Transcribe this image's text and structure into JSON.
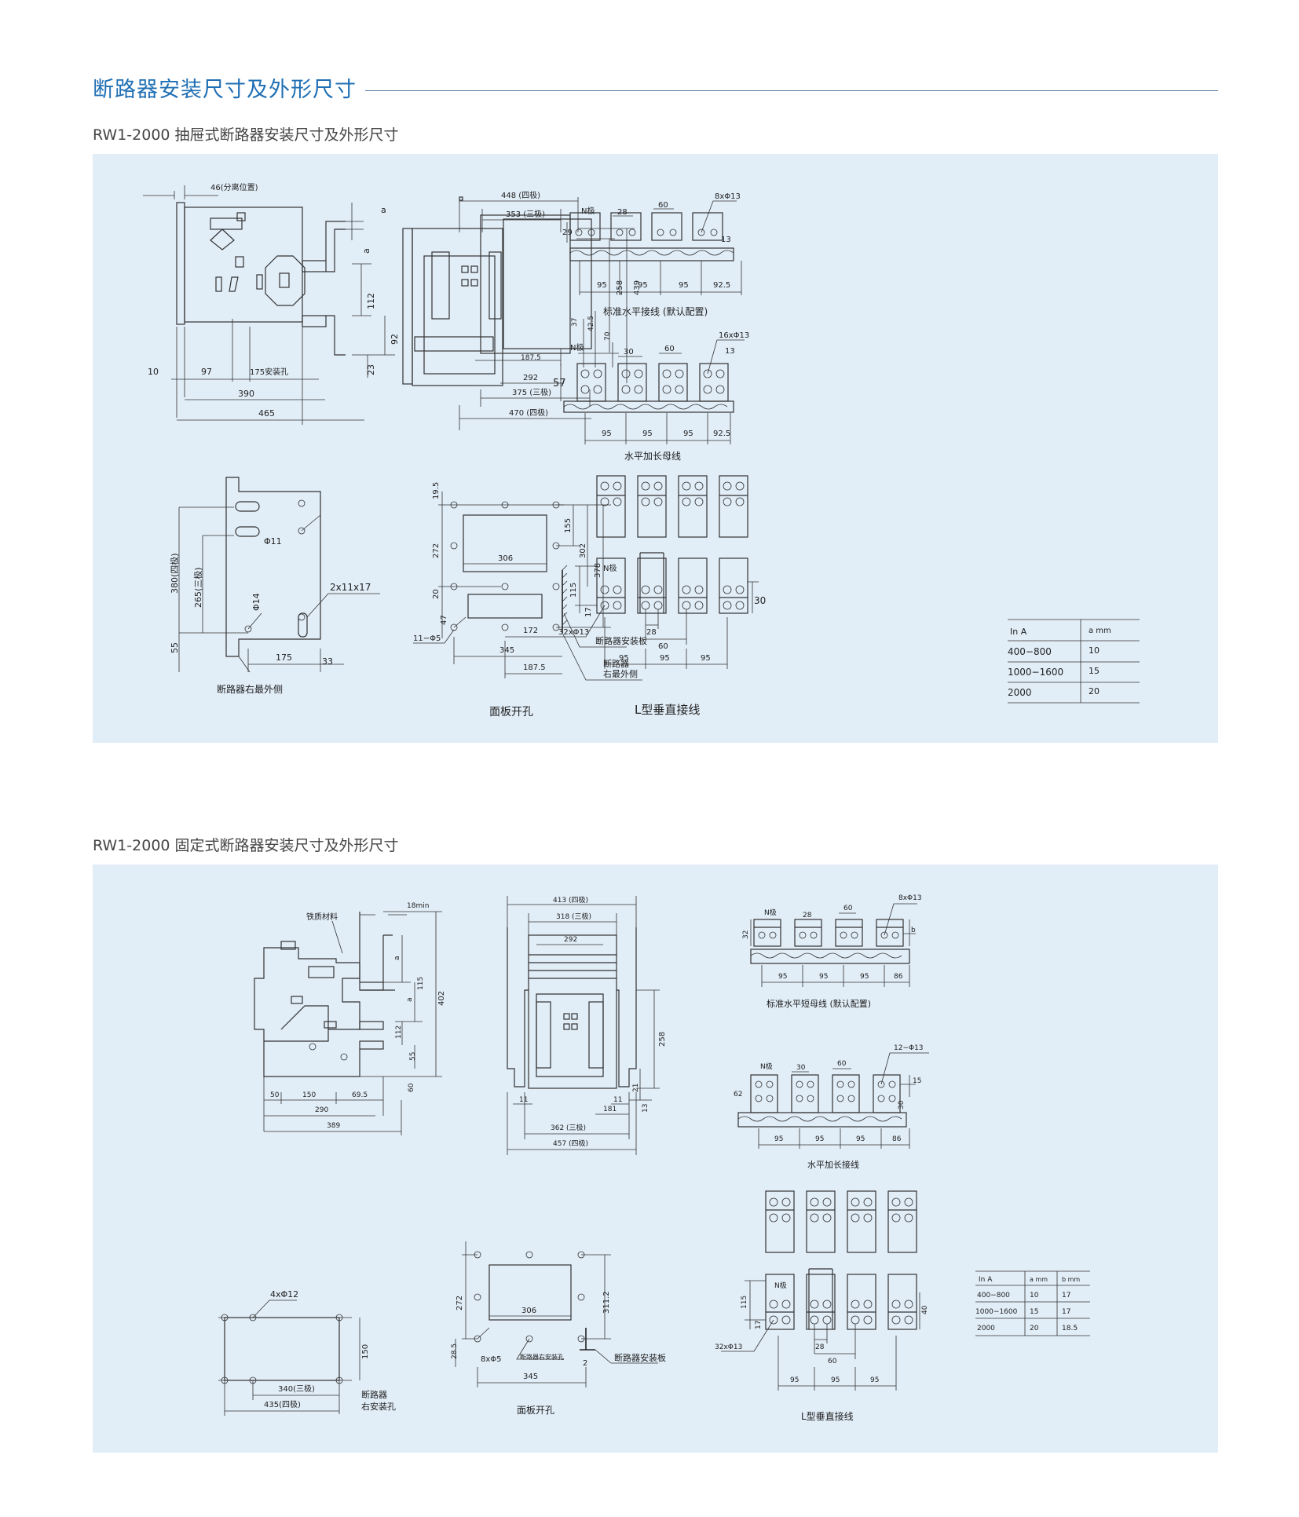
{
  "header": {
    "title": "断路器安装尺寸及外形尺寸"
  },
  "section1": {
    "subtitle": "RW1-2000 抽屉式断路器安装尺寸及外形尺寸",
    "side_view": {
      "d_46": "46(分离位置)",
      "d_a1": "a",
      "d_a2": "a",
      "d_112": "112",
      "d_92": "92",
      "d_23": "23",
      "d_10": "10",
      "d_97": "97",
      "d_175": "175安装孔",
      "d_390": "390",
      "d_465": "465"
    },
    "front_view": {
      "d_448": "448 (四极)",
      "d_353": "353 (三极)",
      "d_258": "258",
      "d_439": "439",
      "d_37": "37",
      "d_42_5": "42.5",
      "d_70": "70",
      "d_187_5": "187.5",
      "d_292": "292",
      "d_375": "375 (三极)",
      "d_470": "470 (四极)"
    },
    "std_horizontal": {
      "n_pole": "N极",
      "d_28": "28",
      "d_60": "60",
      "d_holes": "8xΦ13",
      "d_29": "29",
      "d_13": "13",
      "d_95a": "95",
      "d_95b": "95",
      "d_95c": "95",
      "d_92_5": "92.5",
      "caption": "标准水平接线 (默认配置)"
    },
    "ext_horizontal": {
      "n_pole": "N极",
      "d_30": "30",
      "d_60": "60",
      "d_holes": "16xΦ13",
      "d_13": "13",
      "d_57": "57",
      "d_95a": "95",
      "d_95b": "95",
      "d_95c": "95",
      "d_92_5": "92.5",
      "caption": "水平加长母线"
    },
    "mount_side": {
      "d_380": "380(四极)",
      "d_265": "265(三极)",
      "d_phi11": "Φ11",
      "d_phi14": "Φ14",
      "d_2x11": "2x11x17",
      "d_55": "55",
      "d_175": "175",
      "d_33": "33",
      "label_right": "断路器右最外侧"
    },
    "panel_cut": {
      "d_19_5": "19.5",
      "d_272": "272",
      "d_155": "155",
      "d_302": "302",
      "d_378": "378",
      "d_306": "306",
      "d_20": "20",
      "d_47": "47",
      "d_11phi5": "11−Φ5",
      "d_172": "172",
      "d_345": "345",
      "d_187_5": "187.5",
      "label_plate": "断路器安装板",
      "label_right": "断路器\n右最外侧",
      "label_right_1": "断路器",
      "label_right_2": "右最外侧",
      "caption": "面板开孔"
    },
    "l_vertical": {
      "n_pole": "N极",
      "d_115": "115",
      "d_17": "17",
      "d_30": "30",
      "d_28": "28",
      "d_60": "60",
      "d_holes": "32xΦ13",
      "d_95a": "95",
      "d_95b": "95",
      "d_95c": "95",
      "caption": "L型垂直接线"
    },
    "table": {
      "headers": [
        "In A",
        "a mm"
      ],
      "rows": [
        [
          "400−800",
          "10"
        ],
        [
          "1000−1600",
          "15"
        ],
        [
          "2000",
          "20"
        ]
      ]
    }
  },
  "section2": {
    "subtitle": "RW1-2000 固定式断路器安装尺寸及外形尺寸",
    "side_view": {
      "d_18min": "18min",
      "label_iron": "铁质材料",
      "d_a1": "a",
      "d_115": "115",
      "d_a2": "a",
      "d_402": "402",
      "d_112": "112",
      "d_55": "55",
      "d_60": "60",
      "d_50": "50",
      "d_150": "150",
      "d_69_5": "69.5",
      "d_290": "290",
      "d_389": "389"
    },
    "front_view": {
      "d_413": "413 (四极)",
      "d_318": "318 (三极)",
      "d_292": "292",
      "d_258": "258",
      "d_21": "21",
      "d_11a": "11",
      "d_11b": "11",
      "d_181": "181",
      "d_13": "13",
      "d_362": "362 (三极)",
      "d_457": "457 (四极)"
    },
    "std_horizontal": {
      "n_pole": "N极",
      "d_28": "28",
      "d_60": "60",
      "d_holes": "8xΦ13",
      "d_32": "32",
      "d_b": "b",
      "d_95a": "95",
      "d_95b": "95",
      "d_95c": "95",
      "d_86": "86",
      "caption": "标准水平短母线 (默认配置)"
    },
    "ext_horizontal": {
      "n_pole": "N极",
      "d_30": "30",
      "d_60": "60",
      "d_holes": "12−Φ13",
      "d_62": "62",
      "d_15": "15",
      "d_30v": "30",
      "d_95a": "95",
      "d_95b": "95",
      "d_95c": "95",
      "d_86": "86",
      "caption": "水平加长接线"
    },
    "mount_base": {
      "d_4phi12": "4xΦ12",
      "d_150": "150",
      "d_340": "340(三极)",
      "d_435": "435(四极)",
      "label_right": "断路器\n右安装孔",
      "label_right_1": "断路器",
      "label_right_2": "右安装孔"
    },
    "panel_cut": {
      "d_272": "272",
      "d_311_2": "311.2",
      "d_306": "306",
      "d_28_5": "28.5",
      "d_8phi5": "8xΦ5",
      "label_hole": "断路器右安装孔",
      "d_2": "2",
      "label_plate": "断路器安装板",
      "d_345": "345",
      "caption": "面板开孔"
    },
    "l_vertical": {
      "n_pole": "N极",
      "d_115": "115",
      "d_17": "17",
      "d_40": "40",
      "d_28": "28",
      "d_60": "60",
      "d_holes": "32xΦ13",
      "d_95a": "95",
      "d_95b": "95",
      "d_95c": "95",
      "caption": "L型垂直接线"
    },
    "table": {
      "headers": [
        "In A",
        "a mm",
        "b mm"
      ],
      "rows": [
        [
          "400−800",
          "10",
          "17"
        ],
        [
          "1000−1600",
          "15",
          "17"
        ],
        [
          "2000",
          "20",
          "18.5"
        ]
      ]
    }
  }
}
